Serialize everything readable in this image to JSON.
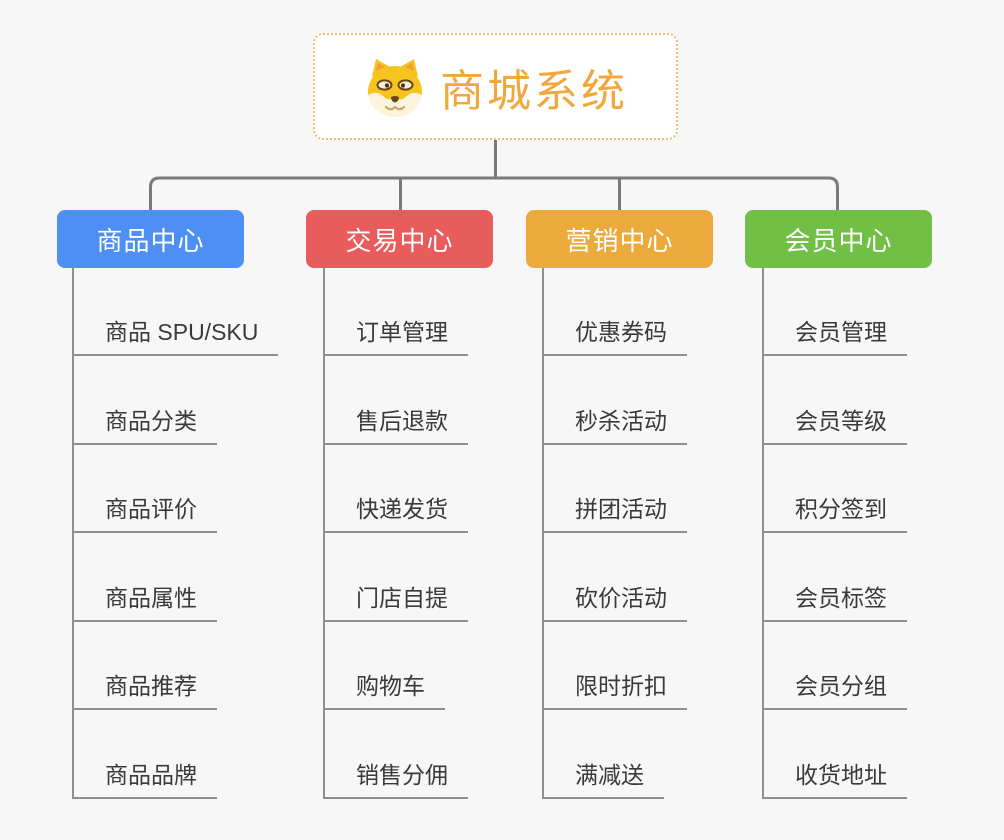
{
  "root": {
    "title": "商城系统",
    "icon": "dog-face-icon"
  },
  "branches": [
    {
      "label": "商品中心",
      "color": "#4d8ff2",
      "children": [
        "商品 SPU/SKU",
        "商品分类",
        "商品评价",
        "商品属性",
        "商品推荐",
        "商品品牌"
      ]
    },
    {
      "label": "交易中心",
      "color": "#e95c5c",
      "children": [
        "订单管理",
        "售后退款",
        "快递发货",
        "门店自提",
        "购物车",
        "销售分佣"
      ]
    },
    {
      "label": "营销中心",
      "color": "#ecaa3c",
      "children": [
        "优惠券码",
        "秒杀活动",
        "拼团活动",
        "砍价活动",
        "限时折扣",
        "满减送"
      ]
    },
    {
      "label": "会员中心",
      "color": "#72bf46",
      "children": [
        "会员管理",
        "会员等级",
        "积分签到",
        "会员标签",
        "会员分组",
        "收货地址"
      ]
    }
  ],
  "palette": {
    "background": "#f7f7f8",
    "root_border": "#f1bd74",
    "root_title": "#f2a73b",
    "connector": "#7a7a7a",
    "child_line": "#8f8f8f",
    "child_text": "#3a3a3a"
  }
}
